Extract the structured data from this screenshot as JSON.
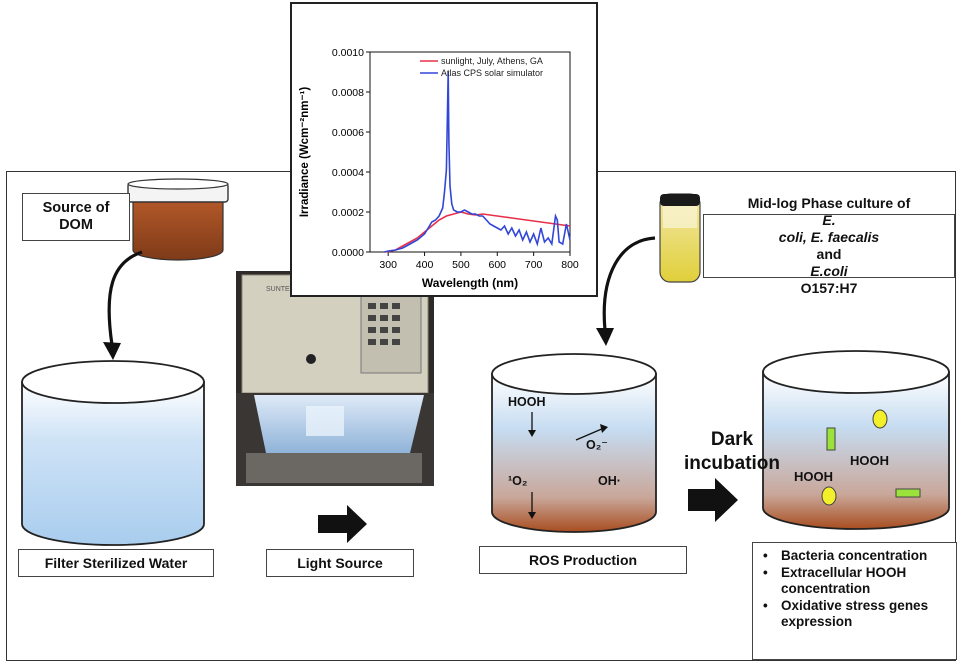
{
  "labels": {
    "source_dom_line1": "Source of",
    "source_dom_line2": "DOM",
    "filter_water": "Filter Sterilized Water",
    "light_source": "Light Source",
    "ros_production": "ROS Production",
    "dark_line1": "Dark",
    "dark_line2": "incubation",
    "culture_line1_a": "Mid-log Phase culture of ",
    "culture_line1_b": "E.",
    "culture_line2_a": "coli, E. faecalis",
    "culture_line2_b": " and ",
    "culture_line2_c": "E.coli",
    "culture_line3": "O157:H7",
    "lamp_brand": "SUNTEST CPS+"
  },
  "ros": {
    "hooh": "HOOH",
    "o2_minus": "O₂⁻",
    "singlet_o2": "¹O₂",
    "oh": "OH·"
  },
  "final_tank": {
    "hooh_left": "HOOH",
    "hooh_right": "HOOH"
  },
  "measurements": [
    "Bacteria concentration",
    "Extracellular HOOH concentration",
    "Oxidative stress genes expression"
  ],
  "colors": {
    "sunlight": "#e8304a",
    "simulator": "#3246d8",
    "dom_brown": "#9a4a22",
    "water_blue": "#bcd8f3",
    "bacteria_yellow": "#f3ef2a",
    "bacteria_green": "#9be33a"
  },
  "chart_data": {
    "type": "line",
    "xlabel": "Wavelength (nm)",
    "ylabel": "Irradiance (Wcm⁻²nm⁻¹)",
    "xlim": [
      250,
      800
    ],
    "ylim": [
      0,
      0.001
    ],
    "xticks": [
      300,
      400,
      500,
      600,
      700,
      800
    ],
    "yticks": [
      "0.0000",
      "0.0002",
      "0.0004",
      "0.0006",
      "0.0008",
      "0.0010"
    ],
    "legend_position": "top-right",
    "series": [
      {
        "name": "sunlight, July, Athens, GA",
        "color": "#e8304a",
        "x": [
          290,
          300,
          320,
          340,
          360,
          380,
          400,
          420,
          440,
          460,
          480,
          500,
          520,
          540,
          560,
          580,
          600,
          620,
          640,
          660,
          680,
          700,
          720,
          740,
          760,
          780,
          800
        ],
        "y": [
          0,
          2e-06,
          1e-05,
          3e-05,
          5e-05,
          7e-05,
          0.0001,
          0.00013,
          0.00016,
          0.00018,
          0.00019,
          0.0002,
          0.00019,
          0.000185,
          0.00019,
          0.000185,
          0.00018,
          0.000175,
          0.00017,
          0.000165,
          0.00016,
          0.000155,
          0.00015,
          0.000145,
          0.00014,
          0.000135,
          0.00013
        ]
      },
      {
        "name": "Atlas CPS solar simulator",
        "color": "#3246d8",
        "x": [
          290,
          300,
          320,
          340,
          360,
          380,
          400,
          410,
          420,
          430,
          440,
          450,
          455,
          460,
          465,
          467,
          470,
          475,
          480,
          490,
          500,
          510,
          520,
          530,
          540,
          550,
          560,
          570,
          580,
          590,
          600,
          610,
          620,
          630,
          640,
          650,
          660,
          670,
          680,
          690,
          700,
          710,
          720,
          730,
          740,
          750,
          760,
          765,
          770,
          780,
          790,
          800
        ],
        "y": [
          0,
          5e-06,
          1e-05,
          2e-05,
          4e-05,
          6e-05,
          9e-05,
          0.00012,
          0.00015,
          0.00016,
          0.00018,
          0.00022,
          0.0003,
          0.00041,
          0.0009,
          0.00055,
          0.00033,
          0.00024,
          0.00021,
          0.0002,
          0.0002,
          0.00021,
          0.0002,
          0.00019,
          0.00019,
          0.00018,
          0.00018,
          0.00016,
          0.00014,
          0.00013,
          0.00012,
          0.00011,
          0.00013,
          9e-05,
          0.00012,
          8e-05,
          0.00011,
          6e-05,
          0.0001,
          5e-05,
          9e-05,
          4e-05,
          0.00012,
          5e-05,
          7e-05,
          4e-05,
          0.00018,
          0.00016,
          5e-05,
          4e-05,
          0.00014,
          6e-05
        ]
      }
    ]
  }
}
